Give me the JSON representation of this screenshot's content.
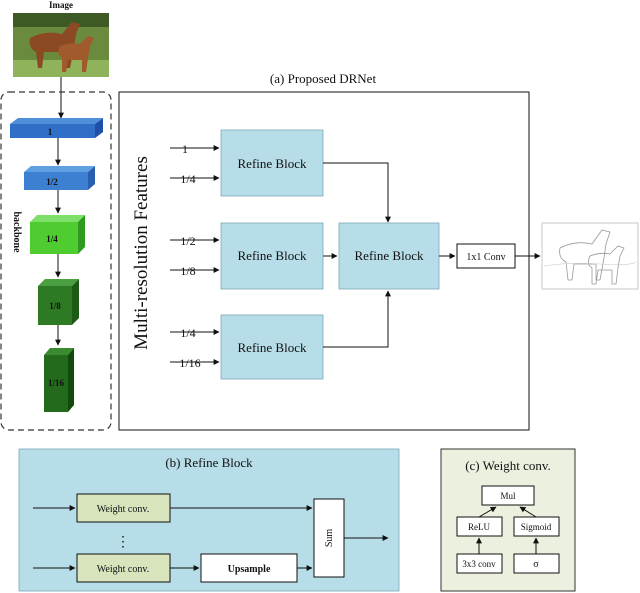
{
  "top": {
    "input_label": "Image",
    "backbone_label": "backbone",
    "backbone_levels": [
      "1",
      "1/2",
      "1/4",
      "1/8",
      "1/16"
    ]
  },
  "panel_a": {
    "title": "(a) Proposed DRNet",
    "vertical_label": "Multi-resolution Features",
    "block_label": "Refine Block",
    "inputs_block1": [
      "1",
      "1/4"
    ],
    "inputs_block2": [
      "1/2",
      "1/8"
    ],
    "inputs_block3": [
      "1/4",
      "1/16"
    ],
    "conv_label": "1x1 Conv"
  },
  "panel_b": {
    "title": "(b) Refine Block",
    "weight_conv_label": "Weight conv.",
    "ellipsis": "⋮",
    "upsample_label": "Upsample",
    "sum_label": "Sum"
  },
  "panel_c": {
    "title": "(c) Weight conv.",
    "mul_label": "Mul",
    "relu_label": "ReLU",
    "sigmoid_label": "Sigmoid",
    "conv3_label": "3x3 conv",
    "sigma_label": "σ"
  },
  "colors": {
    "block_fill": "#b7dde8",
    "panel_b_fill": "#b7dde8",
    "panel_c_fill": "#ebf1de",
    "weight_fill": "#d7e4bc"
  }
}
